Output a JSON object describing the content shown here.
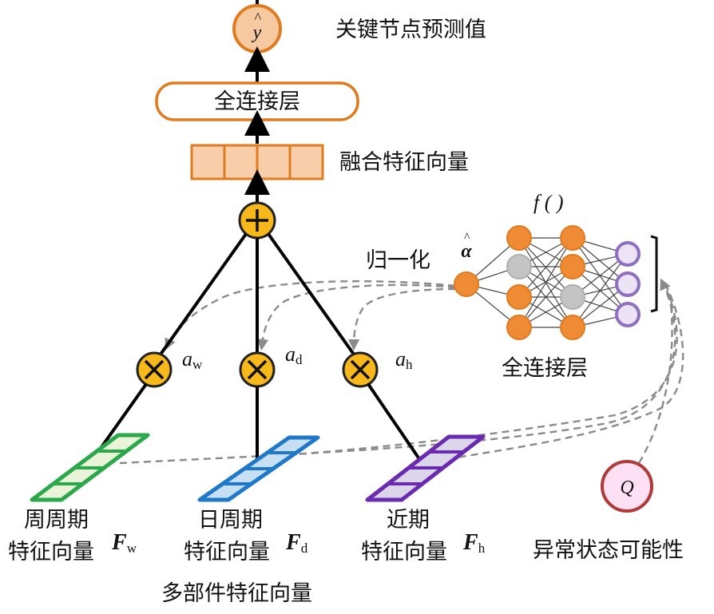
{
  "title": "多部件特征向量注意力融合预测结构图",
  "labels": {
    "output_value": "关键节点预测值",
    "fc_layer_top": "全连接层",
    "fused_vector": "融合特征向量",
    "normalization": "归一化",
    "fc_layer_right": "全连接层",
    "function_label": "f ( )",
    "anomaly_possibility": "异常状态可能性",
    "multi_component_vectors": "多部件特征向量"
  },
  "symbols": {
    "y_hat": "y",
    "y_hat_accent": "^",
    "alpha_hat": "α",
    "alpha_hat_accent": "^",
    "plus": "+",
    "times": "×",
    "Q": "Q"
  },
  "weights": [
    {
      "base": "a",
      "sub": "w"
    },
    {
      "base": "a",
      "sub": "d"
    },
    {
      "base": "a",
      "sub": "h"
    }
  ],
  "feature_vectors": [
    {
      "line1": "周周期",
      "line2": "特征向量",
      "symbol": "F",
      "sub": "w",
      "color": "#2aa84a",
      "fill": "#e8f3d8"
    },
    {
      "line1": "日周期",
      "line2": "特征向量",
      "symbol": "F",
      "sub": "d",
      "color": "#1f78c8",
      "fill": "#c6dff2"
    },
    {
      "line1": "近期",
      "line2": "特征向量",
      "symbol": "F",
      "sub": "h",
      "color": "#6a2bb0",
      "fill": "#dcd6ea"
    }
  ],
  "colors": {
    "orange_stroke": "#e07b1f",
    "orange_fill": "#f7c9a0",
    "orange_node": "#ef8a35",
    "gray_node": "#c4c4c4",
    "purple_node_stroke": "#8f6fc0",
    "purple_node_fill": "#ece4f4",
    "operator_fill": "#f7b81c",
    "q_stroke": "#b03a3a",
    "q_fill": "#fde0f4",
    "dashed": "#8a8a8a"
  }
}
